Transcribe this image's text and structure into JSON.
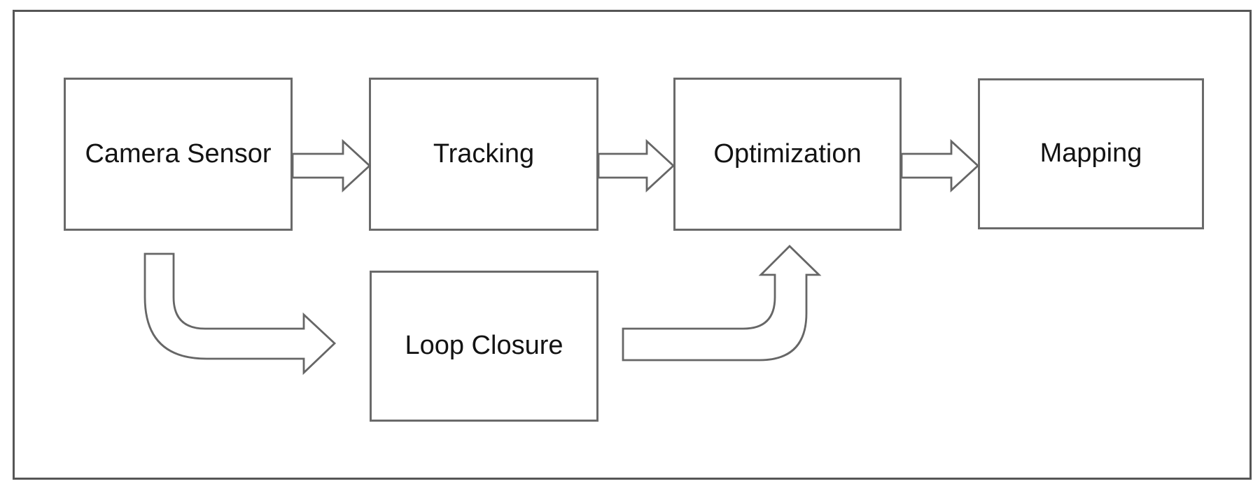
{
  "diagram": {
    "type": "flowchart",
    "background_color": "#ffffff",
    "frame_border_color": "#565656",
    "node_fill_color": "#ffffff",
    "node_border_color": "#6a6a6a",
    "arrow_fill_color": "#ffffff",
    "arrow_outline_color": "#666666",
    "text_color": "#131313",
    "nodes": [
      {
        "id": "camera-sensor",
        "label": "Camera Sensor"
      },
      {
        "id": "tracking",
        "label": "Tracking"
      },
      {
        "id": "optimization",
        "label": "Optimization"
      },
      {
        "id": "mapping",
        "label": "Mapping"
      },
      {
        "id": "loop-closure",
        "label": "Loop Closure"
      }
    ],
    "connections": [
      {
        "from": "camera-sensor",
        "to": "tracking",
        "style": "block-arrow",
        "direction": "right"
      },
      {
        "from": "tracking",
        "to": "optimization",
        "style": "block-arrow",
        "direction": "right"
      },
      {
        "from": "optimization",
        "to": "mapping",
        "style": "block-arrow",
        "direction": "right"
      },
      {
        "from": "camera-sensor",
        "to": "loop-closure",
        "style": "bent-block-arrow",
        "direction": "down-then-right"
      },
      {
        "from": "loop-closure",
        "to": "optimization",
        "style": "bent-block-arrow",
        "direction": "right-then-up"
      }
    ]
  }
}
